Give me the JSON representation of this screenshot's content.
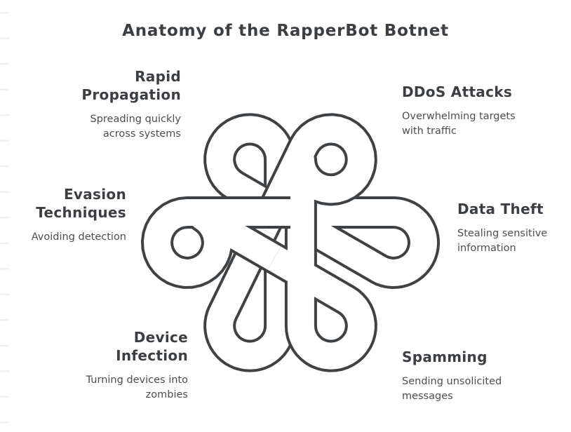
{
  "title": "Anatomy of the RapperBot Botnet",
  "colors": {
    "ink": "#3f4245",
    "heading": "#3b3e42",
    "body": "#4a4d51",
    "ruling": "#f0f0f1",
    "background": "#ffffff"
  },
  "nodes": [
    {
      "id": "rapid-propagation",
      "title": "Rapid Propagation",
      "title_lines": [
        "Rapid",
        "Propagation"
      ],
      "desc": "Spreading quickly across systems",
      "desc_lines": [
        "Spreading quickly",
        "across systems"
      ]
    },
    {
      "id": "ddos-attacks",
      "title": "DDoS Attacks",
      "title_lines": [
        "DDoS Attacks"
      ],
      "desc": "Overwhelming targets with traffic",
      "desc_lines": [
        "Overwhelming targets",
        "with traffic"
      ]
    },
    {
      "id": "evasion-techniques",
      "title": "Evasion Techniques",
      "title_lines": [
        "Evasion",
        "Techniques"
      ],
      "desc": "Avoiding detection",
      "desc_lines": [
        "Avoiding detection"
      ]
    },
    {
      "id": "data-theft",
      "title": "Data Theft",
      "title_lines": [
        "Data Theft"
      ],
      "desc": "Stealing sensitive information",
      "desc_lines": [
        "Stealing sensitive",
        "information"
      ]
    },
    {
      "id": "device-infection",
      "title": "Device Infection",
      "title_lines": [
        "Device",
        "Infection"
      ],
      "desc": "Turning devices into zombies",
      "desc_lines": [
        "Turning devices into",
        "zombies"
      ]
    },
    {
      "id": "spamming",
      "title": "Spamming",
      "title_lines": [
        "Spamming"
      ],
      "desc": "Sending unsolicited messages",
      "desc_lines": [
        "Sending unsolicited",
        "messages"
      ]
    }
  ]
}
